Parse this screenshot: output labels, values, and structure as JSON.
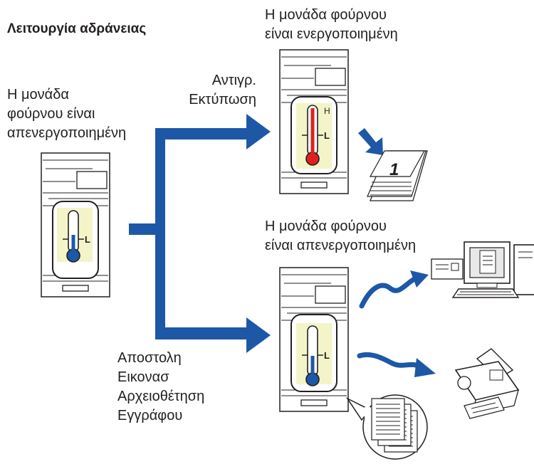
{
  "title": "Λειτουργία αδράνειας",
  "labels": {
    "left_printer": [
      "Η μονάδα",
      "φούρνου είναι",
      "απενεργοποιημένη"
    ],
    "top_printer": [
      "Η μονάδα φούρνου",
      "είναι ενεργοποιημένη"
    ],
    "bottom_printer": [
      "Η μονάδα φούρνου",
      "είναι απενεργοποιημένη"
    ],
    "copy_print": [
      "Αντιγρ.",
      "Εκτύπωση"
    ],
    "send_file": [
      "Αποστολη",
      "Εικονασ",
      "Αρχειοθέτηση",
      "Εγγράφου"
    ]
  },
  "thermometer": {
    "high_mark": "H",
    "low_mark": "L"
  },
  "output_page_number": "1",
  "colors": {
    "arrow": "#1d58a7",
    "hot": "#e02020",
    "cold": "#1d58a7",
    "thermo_panel": "#f3f5c8"
  }
}
